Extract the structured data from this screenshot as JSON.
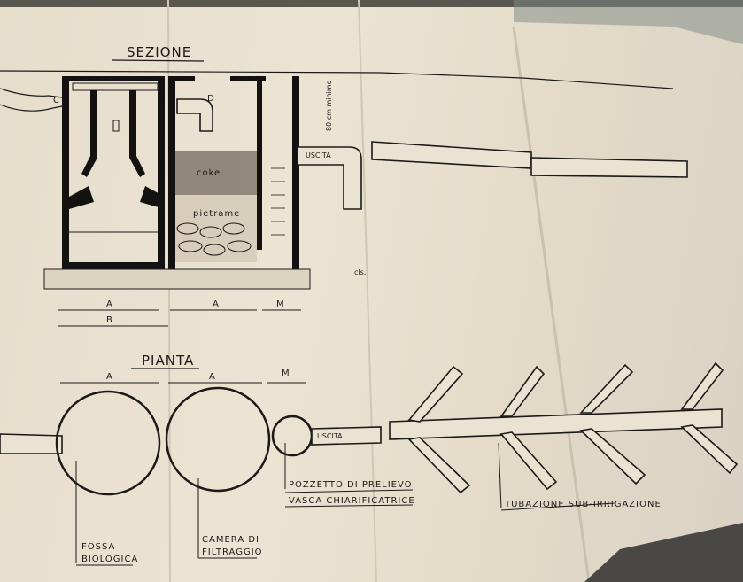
{
  "section": {
    "title": "SEZIONE",
    "label_c": "C",
    "label_d": "D",
    "depth_note": "80 cm minimo",
    "outlet": "USCITA",
    "coke": "coke",
    "pietrame": "pietrame",
    "cls": "cls.",
    "dim_a1": "A",
    "dim_b": "B",
    "dim_a2": "A",
    "dim_m": "M"
  },
  "plan": {
    "title": "PIANTA",
    "dim_a1": "A",
    "dim_a2": "A",
    "dim_m": "M",
    "outlet": "USCITA"
  },
  "labels": {
    "pozzetto": "POZZETTO DI PRELIEVO",
    "vasca": "VASCA CHIARIFICATRICE",
    "tubazione": "TUBAZIONE SUB-IRRIGAZIONE",
    "fossa": [
      "FOSSA",
      "BIOLOGICA"
    ],
    "camera": [
      "CAMERA DI",
      "FILTRAGGIO"
    ]
  },
  "colors": {
    "paper": "#e8e0cf",
    "ink": "#1c1a18"
  }
}
